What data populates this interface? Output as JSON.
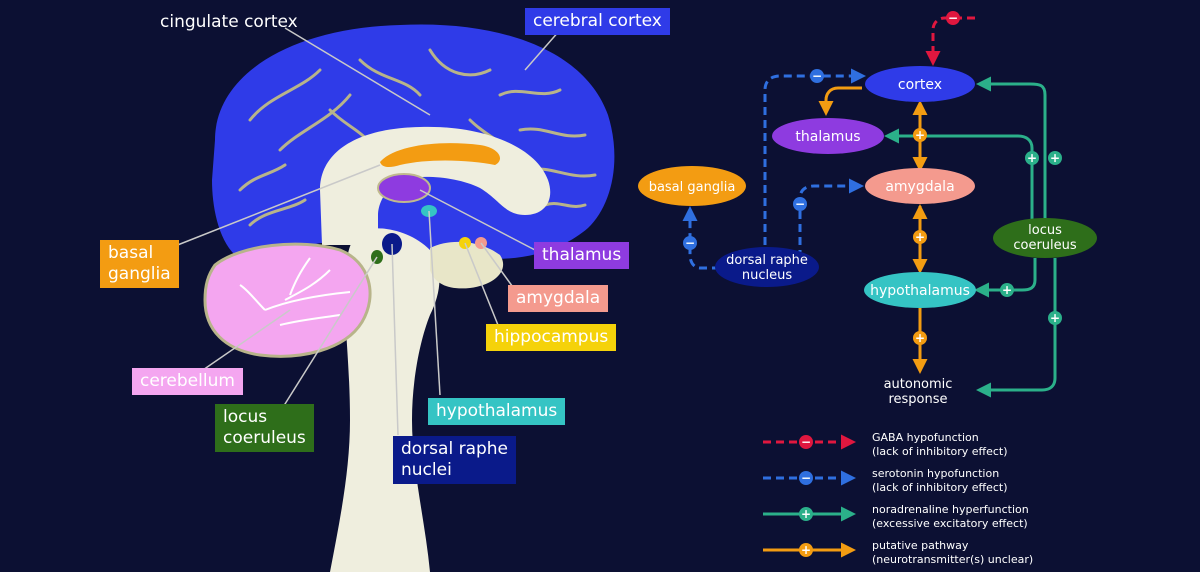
{
  "colors": {
    "background": "#0c1033",
    "cortex_blue": "#2f3be8",
    "gaba_red": "#e0173f",
    "serotonin_blue": "#2f6fe0",
    "noradrenaline_green": "#2bb08a",
    "putative_orange": "#f39c12",
    "thalamus_purple": "#8e3be0",
    "amygdala_salmon": "#f49a8e",
    "hypothalamus_teal": "#35c4c4",
    "locus_green": "#2e6e1a",
    "dorsal_navy": "#0a1a8a",
    "basal_orange": "#f39c12",
    "hippocampus_yellow": "#f5d20a",
    "cerebellum_pink": "#f4a6f0"
  },
  "brain_labels": {
    "cingulate_cortex": "cingulate cortex",
    "cerebral_cortex": "cerebral cortex",
    "basal_ganglia": "basal\nganglia",
    "thalamus": "thalamus",
    "amygdala": "amygdala",
    "hippocampus": "hippocampus",
    "cerebellum": "cerebellum",
    "locus_coeruleus": "locus\ncoeruleus",
    "hypothalamus": "hypothalamus",
    "dorsal_raphe_nuclei": "dorsal raphe\nnuclei"
  },
  "pathway_nodes": {
    "cortex": "cortex",
    "thalamus": "thalamus",
    "basal_ganglia": "basal ganglia",
    "amygdala": "amygdala",
    "dorsal_raphe_line1": "dorsal raphe",
    "dorsal_raphe_line2": "nucleus",
    "locus_line1": "locus",
    "locus_line2": "coeruleus",
    "hypothalamus": "hypothalamus",
    "autonomic_line1": "autonomic",
    "autonomic_line2": "response"
  },
  "legend": [
    {
      "line1": "GABA hypofunction",
      "line2": "(lack of inhibitory effect)",
      "sign": "−",
      "style": "dashed",
      "color": "#e0173f"
    },
    {
      "line1": "serotonin hypofunction",
      "line2": "(lack of inhibitory effect)",
      "sign": "−",
      "style": "dashed",
      "color": "#2f6fe0"
    },
    {
      "line1": "noradrenaline hyperfunction",
      "line2": "(excessive excitatory effect)",
      "sign": "+",
      "style": "solid",
      "color": "#2bb08a"
    },
    {
      "line1": "putative pathway",
      "line2": "(neurotransmitter(s) unclear)",
      "sign": "+",
      "style": "solid",
      "color": "#f39c12"
    }
  ]
}
